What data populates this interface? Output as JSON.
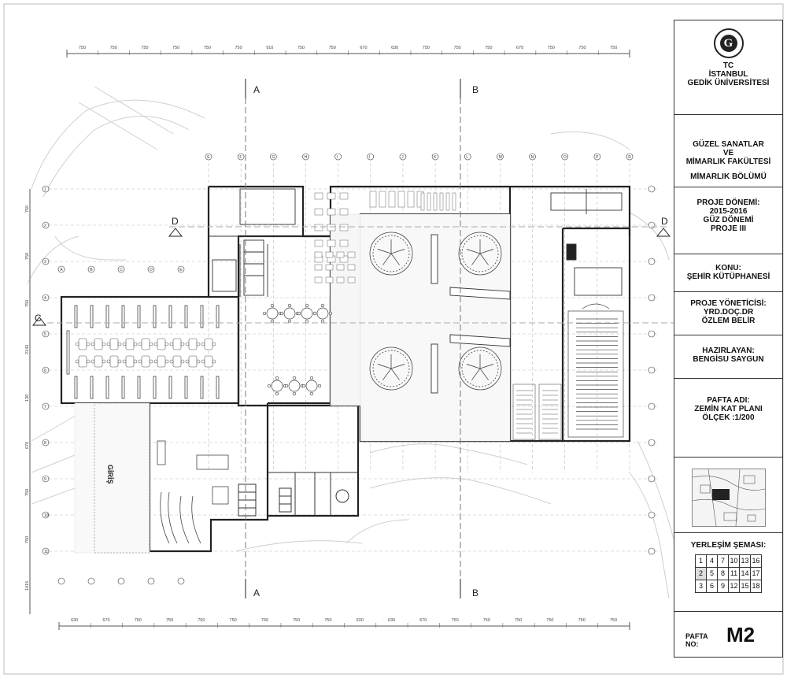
{
  "title_block": {
    "institution": [
      "TC",
      "İSTANBUL",
      "GEDİK ÜNİVERSİTESİ"
    ],
    "faculty": [
      "GÜZEL SANATLAR",
      "VE",
      "MİMARLIK FAKÜLTESİ"
    ],
    "department": "MİMARLIK BÖLÜMÜ",
    "term": [
      "PROJE DÖNEMİ:",
      "2015-2016",
      "GÜZ DÖNEMİ",
      "PROJE III"
    ],
    "subject": [
      "KONU:",
      "ŞEHİR KÜTÜPHANESİ"
    ],
    "supervisor": [
      "PROJE YÖNETİCİSİ:",
      "YRD.DOÇ.DR",
      "ÖZLEM BELİR"
    ],
    "prepared_by": [
      "HAZIRLAYAN:",
      "BENGİSU SAYGUN"
    ],
    "sheet": [
      "PAFTA ADI:",
      "ZEMİN KAT PLANI",
      "ÖLÇEK :1/200"
    ],
    "location_scheme_label": "YERLEŞİM ŞEMASI:",
    "location_grid": [
      [
        "1",
        "4",
        "7",
        "10",
        "13",
        "16"
      ],
      [
        "2",
        "5",
        "8",
        "11",
        "14",
        "17"
      ],
      [
        "3",
        "6",
        "9",
        "12",
        "15",
        "18"
      ]
    ],
    "selected_cell": "2",
    "sheet_no_label": [
      "PAFTA",
      "NO:"
    ],
    "sheet_no": "M2"
  },
  "plan": {
    "section_marks": {
      "a": "A",
      "b": "B",
      "c": "C",
      "d": "D"
    },
    "entrance_label": "GİRİŞ",
    "top_dims": [
      "750",
      "750",
      "750",
      "750",
      "750",
      "750",
      "910",
      "750",
      "750",
      "670",
      "630",
      "750",
      "750",
      "750",
      "670",
      "750",
      "750",
      "750"
    ],
    "bottom_dims": [
      "630",
      "670",
      "750",
      "750",
      "750",
      "750",
      "750",
      "750",
      "750",
      "630",
      "630",
      "670",
      "750",
      "750",
      "750",
      "750",
      "750",
      "750"
    ],
    "left_dims": [
      "750",
      "750",
      "750",
      "2143",
      "130",
      "670",
      "750",
      "750",
      "1415"
    ],
    "top_axes": [
      "E",
      "F",
      "G",
      "H",
      "I",
      "İ",
      "J",
      "K",
      "L",
      "M",
      "N",
      "O",
      "P",
      "R"
    ],
    "left_axes": [
      "1",
      "2",
      "3",
      "4",
      "5",
      "6",
      "7",
      "8",
      "9",
      "10",
      "11"
    ],
    "wing_axes": [
      "A",
      "B",
      "C",
      "D",
      "E"
    ]
  }
}
